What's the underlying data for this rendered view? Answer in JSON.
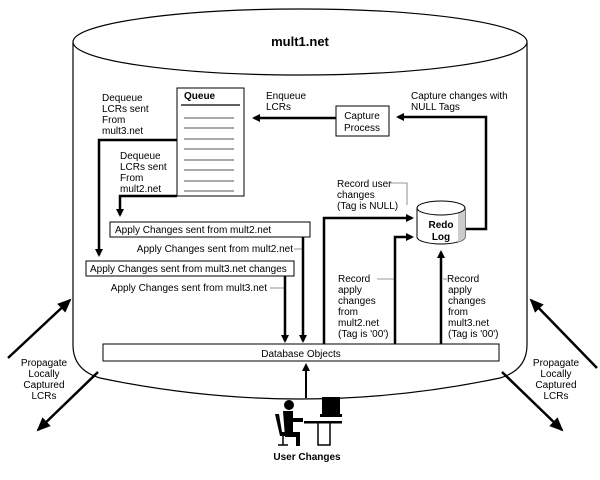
{
  "diagram": {
    "database_name": "mult1.net",
    "queue": {
      "title": "Queue"
    },
    "capture_process": {
      "line1": "Capture",
      "line2": "Process"
    },
    "redo_log": {
      "line1": "Redo",
      "line2": "Log"
    },
    "boxes": {
      "apply_mult2": "Apply Changes sent from mult2.net",
      "apply_mult3": "Apply Changes sent from mult3.net changes",
      "database_objects": "Database Objects"
    },
    "labels": {
      "dequeue_mult3": [
        "Dequeue",
        "LCRs sent",
        "From",
        "mult3.net"
      ],
      "dequeue_mult2": [
        "Dequeue",
        "LCRs sent",
        "From",
        "mult2.net"
      ],
      "enqueue": [
        "Enqueue",
        "LCRs"
      ],
      "capture_changes": [
        "Capture changes with",
        "NULL Tags"
      ],
      "record_user": [
        "Record user",
        "changes",
        "(Tag is NULL)"
      ],
      "apply_sent_mult2": "Apply Changes sent from mult2.net",
      "apply_sent_mult3": "Apply Changes sent from mult3.net",
      "record_apply_mult2": [
        "Record",
        "apply",
        "changes",
        "from",
        "mult2.net",
        "(Tag is '00')"
      ],
      "record_apply_mult3": [
        "Record",
        "apply",
        "changes",
        "from",
        "mult3.net",
        "(Tag is '00')"
      ],
      "propagate_left": [
        "Propagate",
        "Locally",
        "Captured",
        "LCRs"
      ],
      "propagate_right": [
        "Propagate",
        "Locally",
        "Captured",
        "LCRs"
      ],
      "user_changes": "User Changes"
    }
  }
}
